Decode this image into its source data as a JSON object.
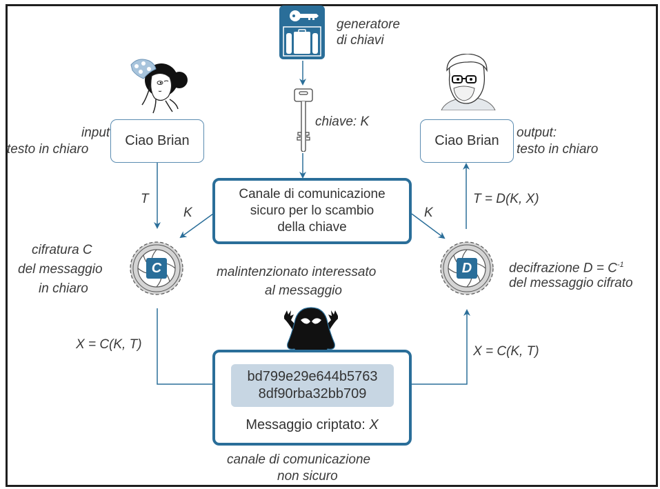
{
  "colors": {
    "accent": "#2a6e99",
    "thin_border": "#5a8bb0",
    "cipher_bg": "#c7d6e3",
    "gear": "#d4d4d4",
    "text": "#333333"
  },
  "key_generator": {
    "icon": "key-generator-icon",
    "label_line1": "generatore",
    "label_line2": "di chiavi"
  },
  "key": {
    "icon": "key-icon",
    "label": "chiave: K"
  },
  "sender": {
    "avatar": "sender-avatar",
    "label_line1": "input:",
    "label_line2": "testo in chiaro",
    "box_text": "Ciao Brian"
  },
  "receiver": {
    "avatar": "receiver-avatar",
    "label_line1": "output:",
    "label_line2": "testo in chiaro",
    "box_text": "Ciao Brian"
  },
  "secure_channel": {
    "line1": "Canale di comunicazione",
    "line2": "sicuro per lo scambio",
    "line3": "della chiave"
  },
  "edges": {
    "t_in": "T",
    "k_left": "K",
    "k_right": "K",
    "t_out": "T = D(K, X)",
    "x_left": "X = C(K, T)",
    "x_right": "X = C(K, T)"
  },
  "encrypt": {
    "badge": "C",
    "label_line1": "cifratura C",
    "label_line2": "del messaggio",
    "label_line3": "in chiaro"
  },
  "decrypt": {
    "badge": "D",
    "label_line1_prefix": "decifrazione D = C",
    "label_line1_sup": "-1",
    "label_line2": "del messaggio cifrato"
  },
  "attacker": {
    "icon": "attacker-icon",
    "label_line1": "malintenzionato interessato",
    "label_line2": "al messaggio"
  },
  "insecure_channel": {
    "cipher_line1": "bd799e29e644b5763",
    "cipher_line2": "8df90rba32bb709",
    "caption_prefix": "Messaggio criptato: ",
    "caption_var": "X",
    "label_line1": "canale di comunicazione",
    "label_line2": "non sicuro"
  }
}
